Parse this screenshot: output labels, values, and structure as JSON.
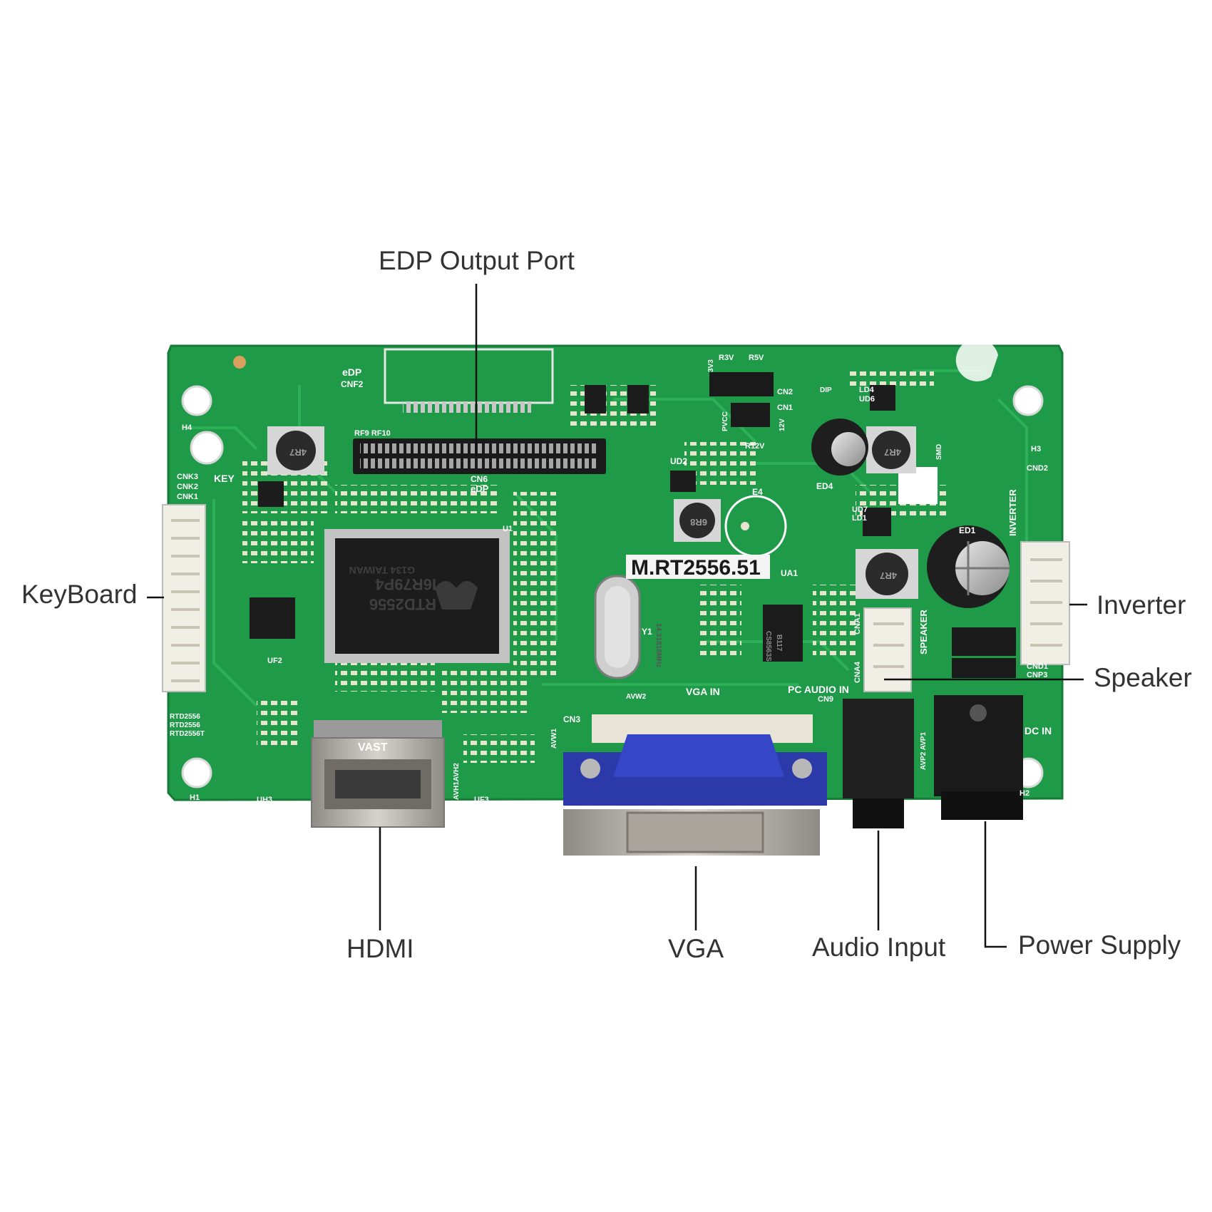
{
  "callouts": {
    "edp_output_port": "EDP Output Port",
    "keyboard": "KeyBoard",
    "inverter": "Inverter",
    "speaker": "Speaker",
    "hdmi": "HDMI",
    "vga": "VGA",
    "audio_input": "Audio Input",
    "power_supply": "Power Supply"
  },
  "board": {
    "model": "M.RT2556.51",
    "main_chip": "RTD2556",
    "main_chip_code": "I6R79P4",
    "main_chip_origin": "G134 TAIWAN",
    "hdmi_brand": "VAST",
    "silkscreen": {
      "edp": "eDP",
      "cnf2": "CNF2",
      "cn6": "CN6",
      "edp2": "eDP",
      "key": "KEY",
      "cnk3": "CNK3",
      "cnk2": "CNK2",
      "cnk1": "CNK1",
      "h1": "H1",
      "h2": "H2",
      "h3": "H3",
      "h4": "H4",
      "inverter": "INVERTER",
      "cnd2": "CND2",
      "cnd1": "CND1",
      "cnp3": "CNP3",
      "speaker": "SPEAKER",
      "cna1": "CNA1",
      "cna4": "CNA4",
      "vga_in": "VGA IN",
      "pc_audio_in": "PC AUDIO IN",
      "cn9": "CN9",
      "dc_in": "DC IN",
      "cn3": "CN3",
      "y1": "Y1",
      "ua1": "UA1",
      "ed1": "ED1",
      "ed4": "ED4",
      "e4": "E4",
      "ud2": "UD2",
      "uh3": "UH3",
      "uf3": "UF3",
      "uf2": "UF2",
      "u1": "U1",
      "cn1": "CN1",
      "cn2": "CN2",
      "r3v": "R3V",
      "r5v": "R5V",
      "r12v": "R12V",
      "pvcc": "PVCC",
      "v12": "12V",
      "v3": "3V3",
      "dip": "DIP",
      "smd": "SMD",
      "ld4": "LD4",
      "ud6": "UD6",
      "ud7": "UD7",
      "ld1": "LD1",
      "rtd1": "RTD2556",
      "rtd2": "RTD2556",
      "rtd3": "RTD2556T",
      "avw1": "AVW1",
      "avw2": "AVW2",
      "avh1avh2": "AVH1AVH2",
      "avp2avp1": "AVP2 AVP1",
      "rf": "RF9 RF10",
      "inductor1": "4R7",
      "inductor2": "4R7",
      "inductor3": "6R8",
      "inductor4": "4R7",
      "amp_chip": "CS8563S",
      "amp_code": "B117",
      "crystal": "14.31818MHz"
    }
  },
  "colors": {
    "pcb": "#1f9a48",
    "pcb_dark": "#167a38",
    "trace": "#2fb35a",
    "chip": "#1c1c1c",
    "vga_blue": "#2b3aa8",
    "connector_white": "#f1eee6",
    "metal": "#b9b6b0",
    "label_text": "#333333",
    "leader": "#111111"
  }
}
